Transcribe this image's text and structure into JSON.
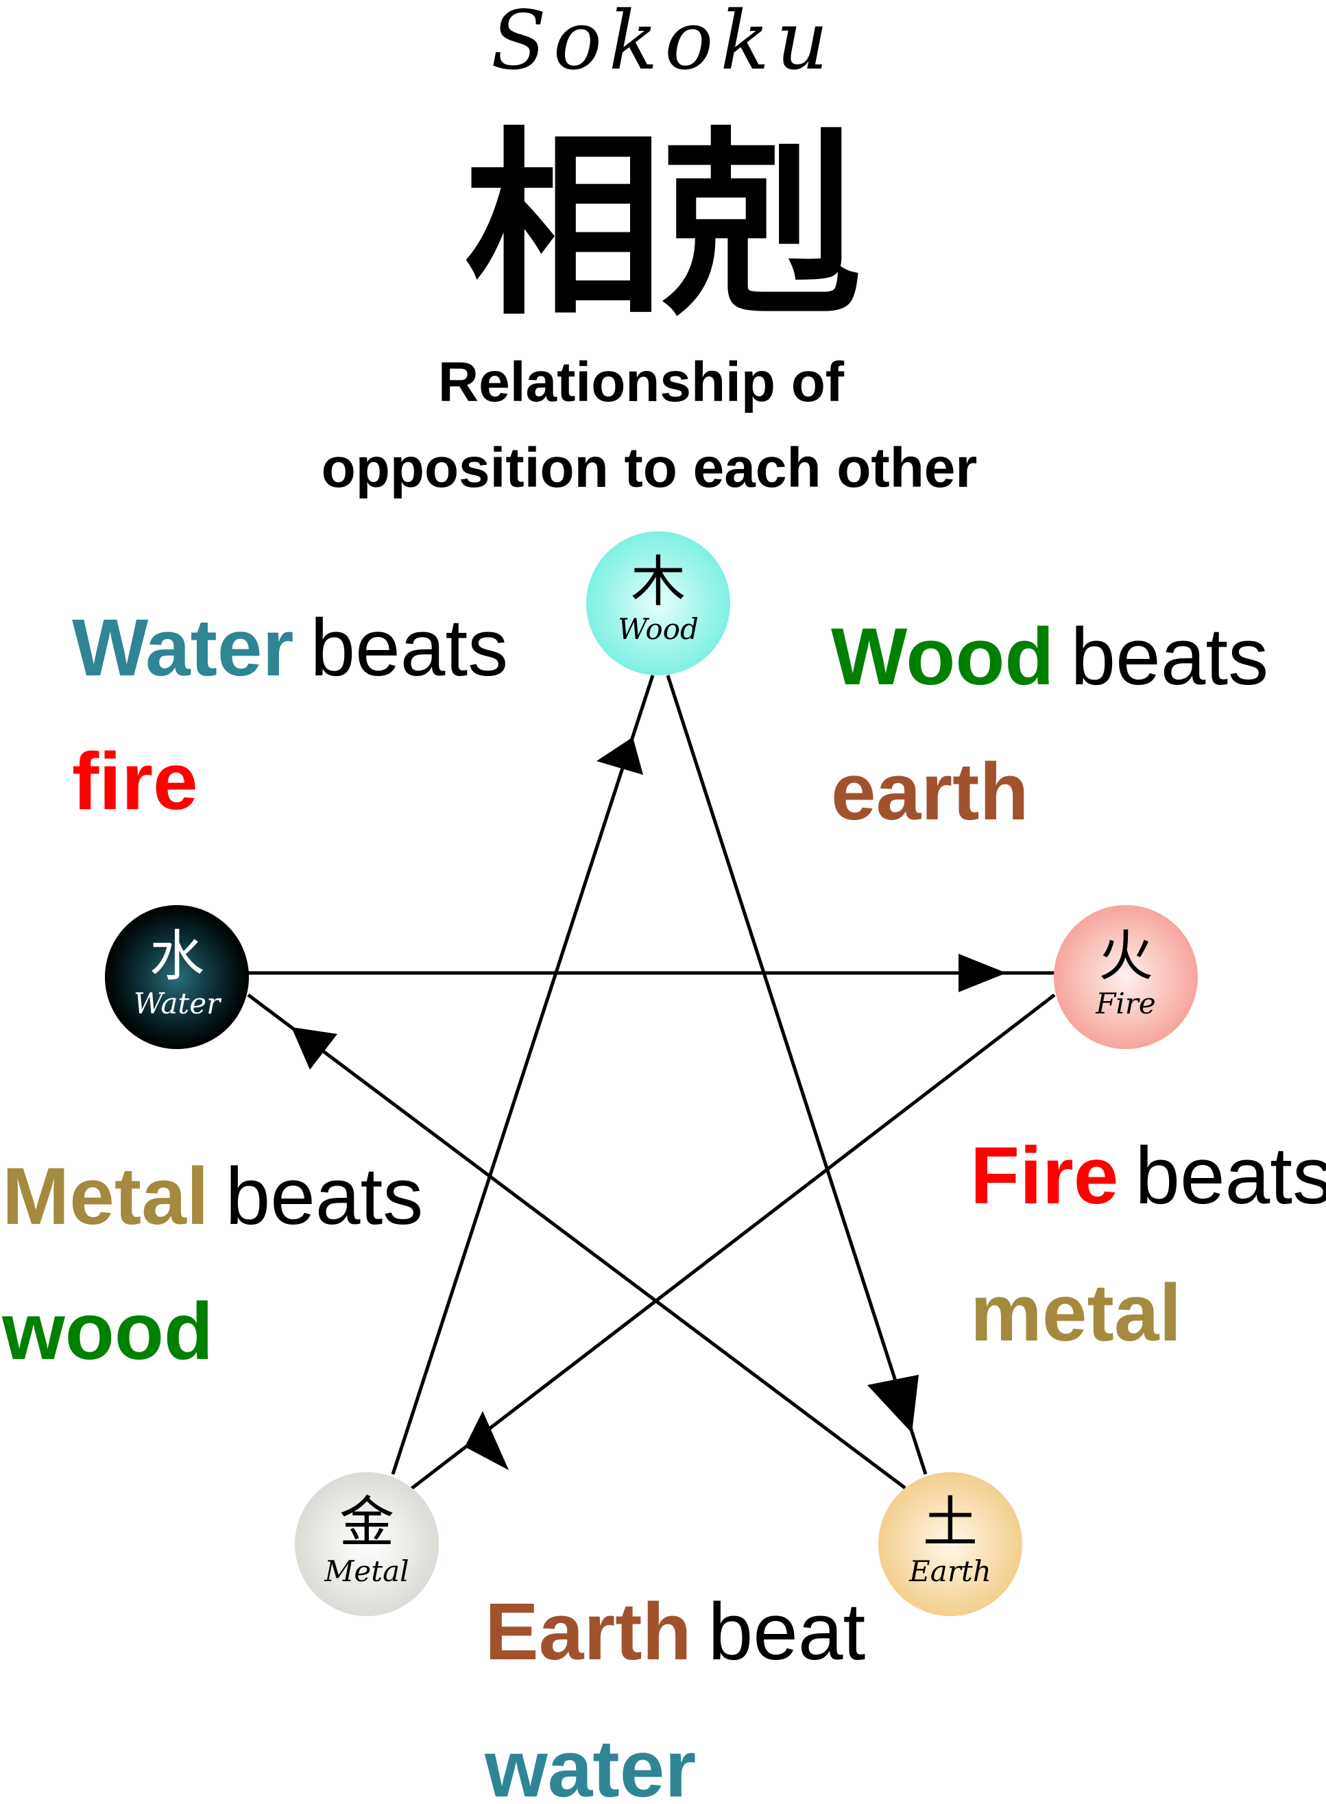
{
  "title": {
    "romaji": "Sokoku",
    "kanji": "相剋",
    "subtitle_line1": "Relationship of",
    "subtitle_line2": "opposition to each other"
  },
  "elements": {
    "wood": {
      "kanji": "木",
      "name": "Wood",
      "color": "#8ef0e4"
    },
    "fire": {
      "kanji": "火",
      "name": "Fire",
      "color": "#f8b4ac"
    },
    "earth": {
      "kanji": "土",
      "name": "Earth",
      "color": "#f6d59a"
    },
    "metal": {
      "kanji": "金",
      "name": "Metal",
      "color": "#e8e8e4"
    },
    "water": {
      "kanji": "水",
      "name": "Water",
      "color": "#0e3c44"
    }
  },
  "rules": {
    "water_fire": {
      "subject": "Water",
      "verb": "beats",
      "object": "fire"
    },
    "wood_earth": {
      "subject": "Wood",
      "verb": "beats",
      "object": "earth"
    },
    "metal_wood": {
      "subject": "Metal",
      "verb": "beats",
      "object": "wood"
    },
    "fire_metal": {
      "subject": "Fire",
      "verb": "beats",
      "object": "metal"
    },
    "earth_water": {
      "subject": "Earth",
      "verb": "beat",
      "object": "water"
    }
  },
  "colors": {
    "water": "#2f8594",
    "wood": "#008000",
    "fire": "#ff0000",
    "earth": "#a0522d",
    "metal": "#a38a3e",
    "text": "#000000",
    "arrow": "#000000"
  }
}
